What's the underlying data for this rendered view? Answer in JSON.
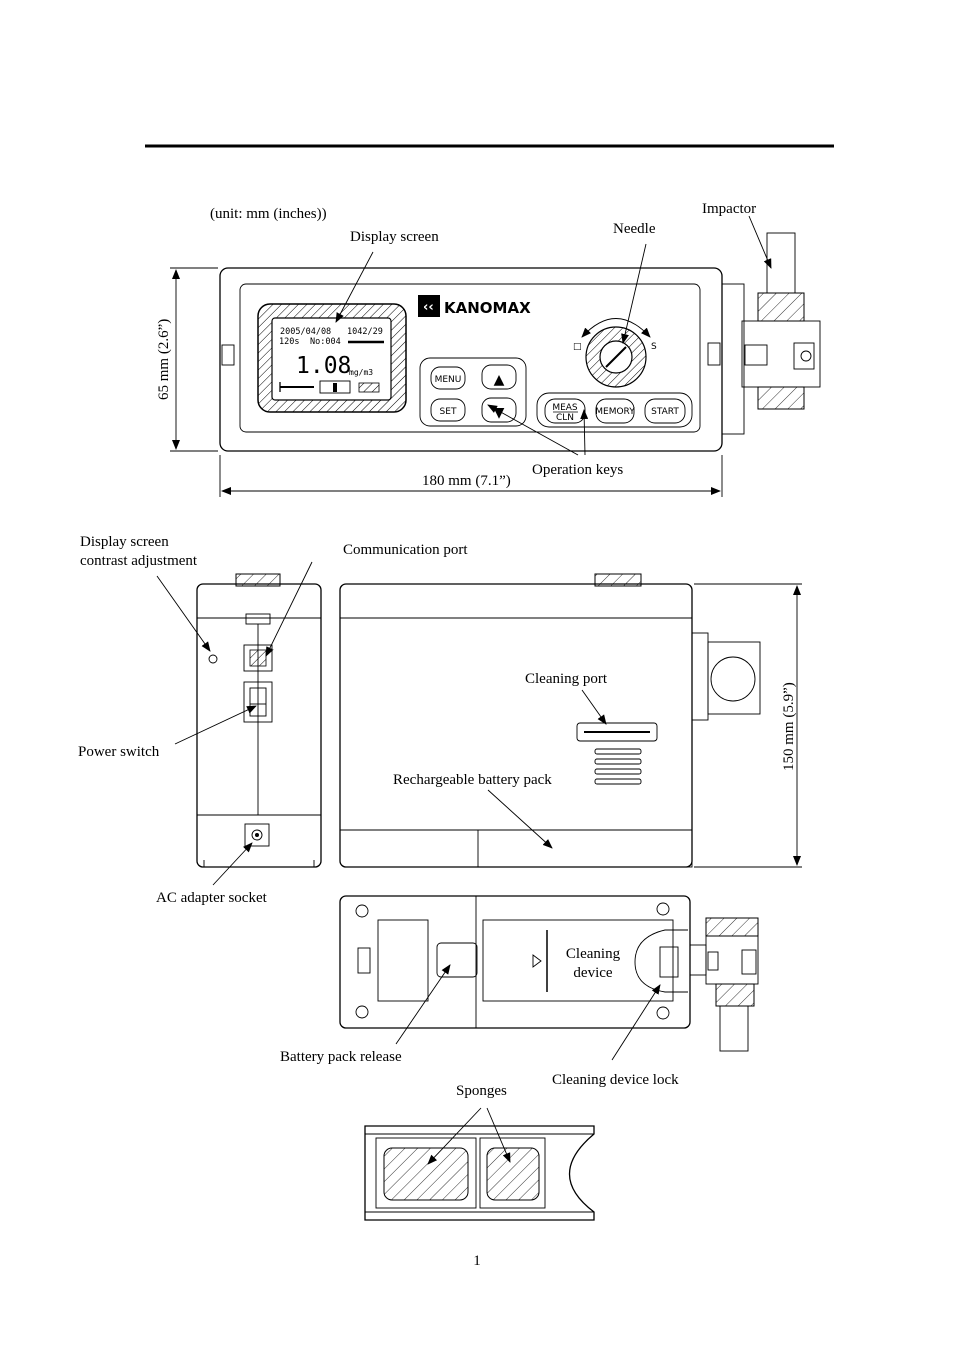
{
  "page": {
    "page_number": "1"
  },
  "header": {
    "unit_note": "(unit: mm (inches))"
  },
  "front_view": {
    "labels": {
      "display_screen": "Display screen",
      "needle": "Needle",
      "impactor": "Impactor",
      "operation_keys": "Operation keys",
      "height_dim": "65 mm (2.6”)",
      "width_dim": "180 mm (7.1”)"
    },
    "brand": "KANOMAX",
    "screen": {
      "date": "2005/04/08",
      "time": "1042/29",
      "interval": "120s",
      "number": "No:004",
      "reading": "1.08",
      "unit": "mg/m3"
    },
    "keys": {
      "menu": "MENU",
      "set": "SET",
      "up": "▲",
      "down": "▼",
      "meas": "MEAS",
      "cln": "CLN",
      "memory": "MEMORY",
      "start": "START"
    },
    "dial": {
      "left": "□",
      "right": "S"
    }
  },
  "side_view": {
    "labels": {
      "contrast_line1": "Display screen",
      "contrast_line2": "contrast adjustment",
      "comm_port": "Communication port",
      "power_switch": "Power switch",
      "ac_socket": "AC adapter socket",
      "cleaning_port": "Cleaning port",
      "battery_pack": "Rechargeable battery pack",
      "height_dim": "150 mm (5.9”)"
    }
  },
  "bottom_view": {
    "labels": {
      "cleaning_device_line1": "Cleaning",
      "cleaning_device_line2": "device",
      "battery_release": "Battery pack release",
      "cleaning_lock": "Cleaning device lock"
    }
  },
  "sponge_view": {
    "labels": {
      "sponges": "Sponges"
    }
  }
}
